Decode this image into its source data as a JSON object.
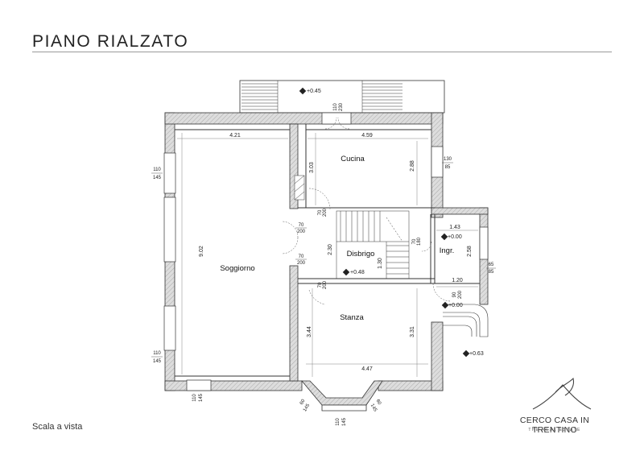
{
  "header": {
    "title": "PIANO RIALZATO"
  },
  "footer": {
    "scale_note": "Scala a vista"
  },
  "brand": {
    "name": "CERCO CASA IN TRENTINO",
    "tagline": "THE REAL ESTATE"
  },
  "rooms": {
    "cucina": "Cucina",
    "soggiorno": "Soggiorno",
    "disbrigo": "Disbrigo",
    "ingresso": "Ingr.",
    "stanza": "Stanza"
  },
  "levels": {
    "terrace": "+0.45",
    "entrance": "+0.00",
    "disbrigo": "+0.48",
    "lower_entrance": "+0.00",
    "outside": "+0.63"
  },
  "dimensions": {
    "soggiorno_width": "4.21",
    "soggiorno_length": "9.02",
    "cucina_width": "4.59",
    "cucina_depth": "2.88",
    "cucina_wall": "3.03",
    "stanza_width": "4.47",
    "stanza_left": "3.44",
    "stanza_right": "3.31",
    "disbrigo_width": "2.30",
    "disbrigo_depth": "1.30",
    "ingresso_width": "1.43",
    "ingresso_depth": "2.58",
    "ingresso_bottom": "1.20"
  },
  "openings": {
    "window_top_w": "110",
    "window_top_h": "230",
    "window_left1_w": "110",
    "window_left1_h": "145",
    "window_left2_w": "110",
    "window_left2_h": "145",
    "window_bottom_left_w": "110",
    "window_bottom_left_h": "145",
    "window_kitchen_w": "130",
    "window_kitchen_h": "85",
    "window_ingr_w": "65",
    "window_ingr_h": "85",
    "bay_left_w": "60",
    "bay_left_h": "145",
    "bay_center_w": "110",
    "bay_center_h": "145",
    "bay_right_w": "60",
    "bay_right_h": "145",
    "door_sogg1_w": "70",
    "door_sogg1_h": "200",
    "door_sogg2_w": "70",
    "door_sogg2_h": "200",
    "door_cucina_w": "70",
    "door_cucina_h": "200",
    "door_stanza_w": "70",
    "door_stanza_h": "200",
    "door_disbrigo_w": "70",
    "door_disbrigo_h": "180",
    "door_entry_w": "90",
    "door_entry_h": "200"
  }
}
